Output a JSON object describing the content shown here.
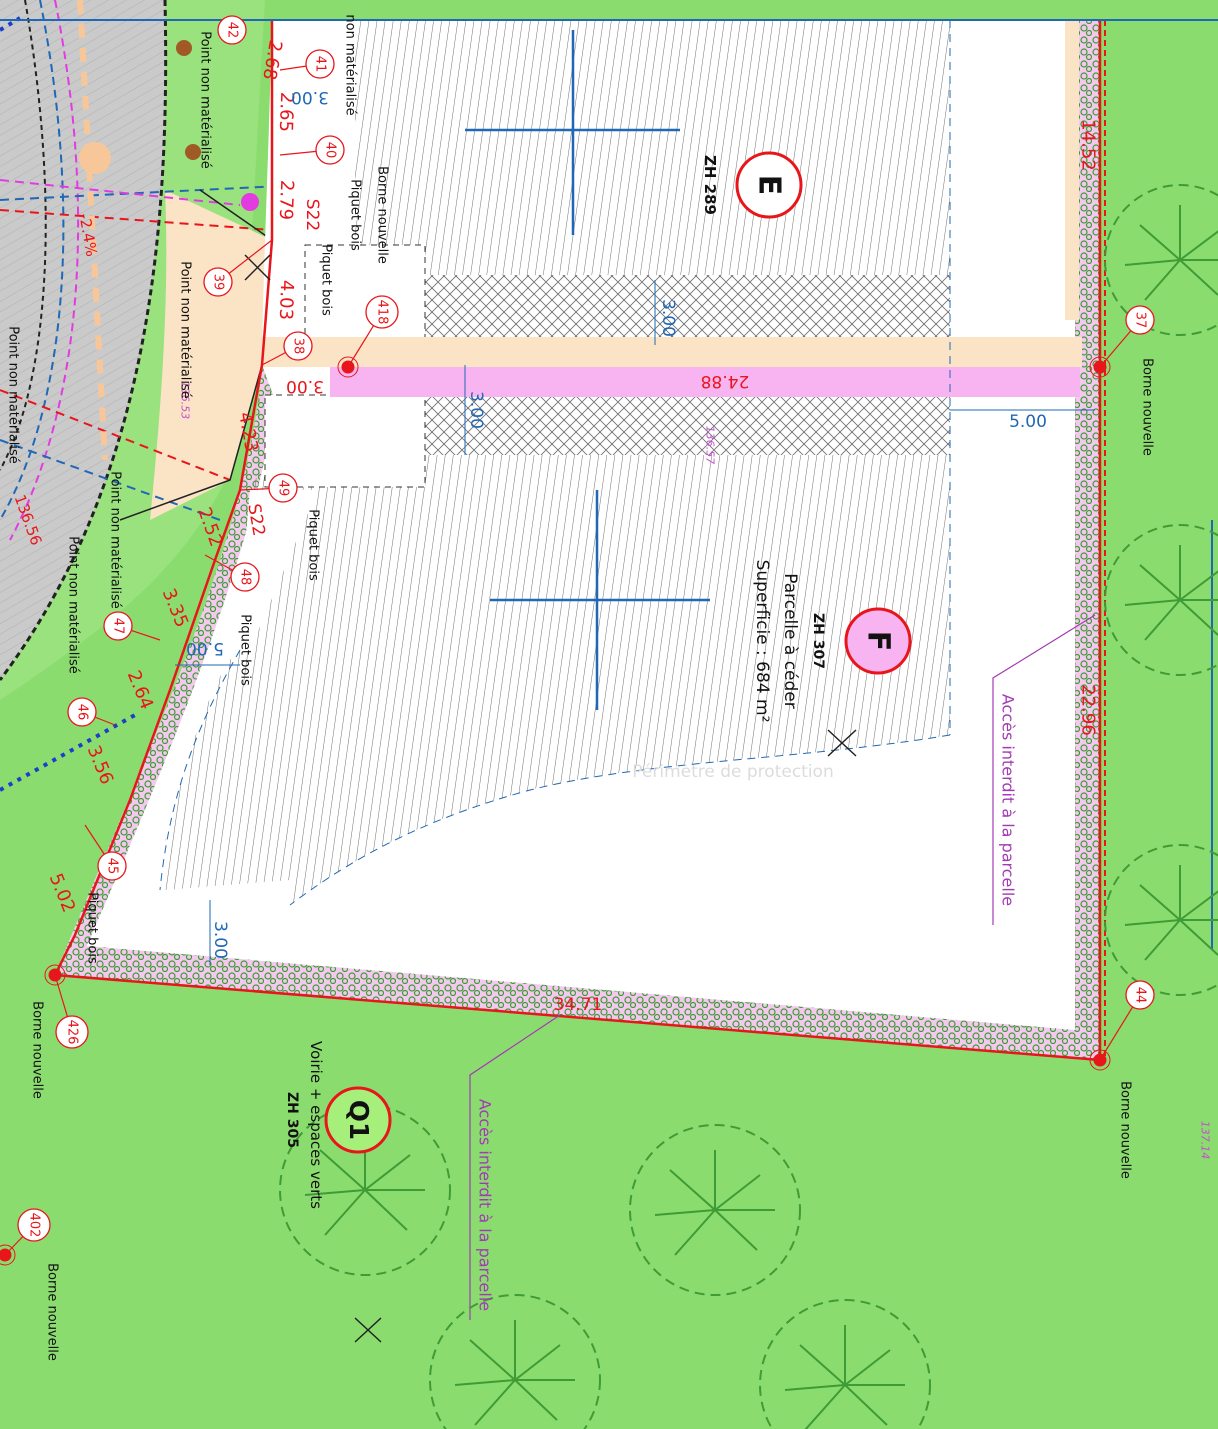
{
  "colors": {
    "green": "#8bdc6f",
    "tree": "#3f9b35",
    "pink": "#f7b4f0",
    "peach": "#fce2c9",
    "red": "#e8161b",
    "blue": "#1f68b6",
    "magenta": "#c24fd0",
    "grey": "#c9c9c9"
  },
  "parcels": {
    "e": {
      "letter": "E",
      "ref": "ZH 289"
    },
    "f": {
      "letter": "F",
      "ref": "ZH 307",
      "status": "Parcelle à céder",
      "area": "Superficie : 684 m²"
    },
    "q1": {
      "letter": "Q1",
      "use": "Voirie + espaces verts",
      "ref": "ZH 305"
    }
  },
  "annotations": {
    "protection": "Périmètre de protection",
    "access_right": "Accès interdit à la parcelle",
    "access_bottom": "Accès interdit à la parcelle"
  },
  "dims": {
    "d1452": "14.52",
    "d2296": "22.96",
    "d3471": "34.71",
    "d2488": "24.88",
    "d300a": "3.00",
    "d300b": "3.00",
    "d300c": "3.00",
    "d300d": "3.00",
    "d500a": "5.00",
    "d500b": "5.00",
    "d268": "2.68",
    "d265": "2.65",
    "d279": "2.79",
    "d403": "4.03",
    "d423": "4.23",
    "d252": "2.52",
    "d335": "3.35",
    "d264": "2.64",
    "d356": "3.56",
    "d502": "5.02"
  },
  "slope": "-2.4%",
  "s22a": "S22",
  "s22b": "S22",
  "elevations": {
    "e1": "136.53",
    "e2": "136.56",
    "e3": "136.57",
    "e4": "137.14"
  },
  "points": {
    "p42": "42",
    "p41": "41",
    "p40": "40",
    "p39": "39",
    "p418": "418",
    "p38": "38",
    "p49": "49",
    "p48": "48",
    "p47": "47",
    "p46": "46",
    "p45": "45",
    "p426": "426",
    "p37": "37",
    "p44": "44",
    "p402": "402"
  },
  "labels": {
    "borne": "Borne nouvelle",
    "piquet": "Piquet bois",
    "pnm": "Point non matérialisé",
    "nonmat": "non matérialisé"
  }
}
